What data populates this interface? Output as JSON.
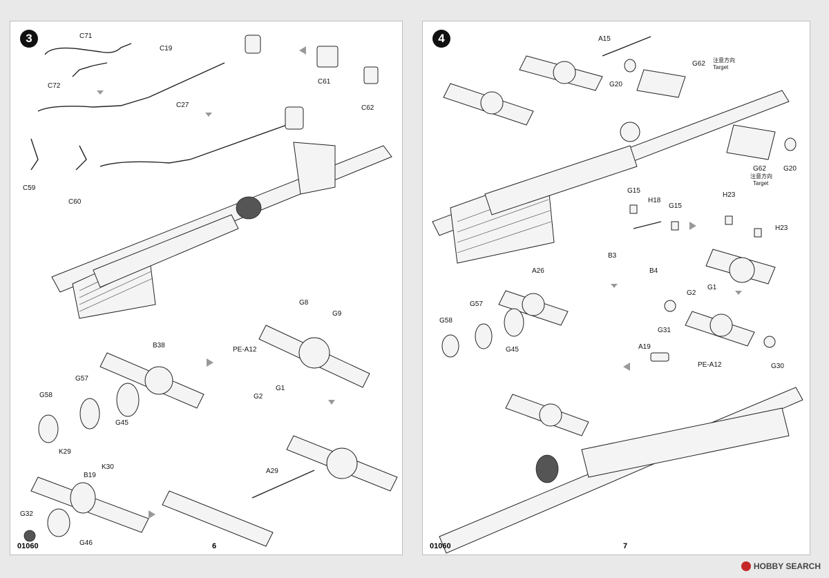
{
  "left_page": {
    "step": "3",
    "labels": {
      "c71": "C71",
      "c19": "C19",
      "c72": "C72",
      "c61": "C61",
      "c62": "C62",
      "c27": "C27",
      "c59": "C59",
      "c60": "C60",
      "g8": "G8",
      "g9": "G9",
      "pe_a12": "PE-A12",
      "g2": "G2",
      "g1": "G1",
      "b38": "B38",
      "g57": "G57",
      "g58": "G58",
      "g45": "G45",
      "k29": "K29",
      "k30": "K30",
      "b19": "B19",
      "a29": "A29",
      "g32": "G32",
      "g46": "G46"
    },
    "code": "01060",
    "page_number": "6"
  },
  "right_page": {
    "step": "4",
    "labels": {
      "a15": "A15",
      "g62_top": "G62",
      "target_cn_top": "注意方向",
      "target_top": "Target",
      "g20_top": "G20",
      "g62_bottom": "G62",
      "target_cn_bottom": "注意方向",
      "target_bottom": "Target",
      "g20_bottom": "G20",
      "g15_a": "G15",
      "h18": "H18",
      "g15_b": "G15",
      "h23_a": "H23",
      "h23_b": "H23",
      "b3": "B3",
      "b4": "B4",
      "g2": "G2",
      "g1": "G1",
      "a26": "A26",
      "g57": "G57",
      "g58": "G58",
      "g45": "G45",
      "g31": "G31",
      "a19": "A19",
      "pe_a12": "PE-A12",
      "g30": "G30"
    },
    "code": "01060",
    "page_number": "7"
  },
  "watermark": "HOBBY SEARCH"
}
